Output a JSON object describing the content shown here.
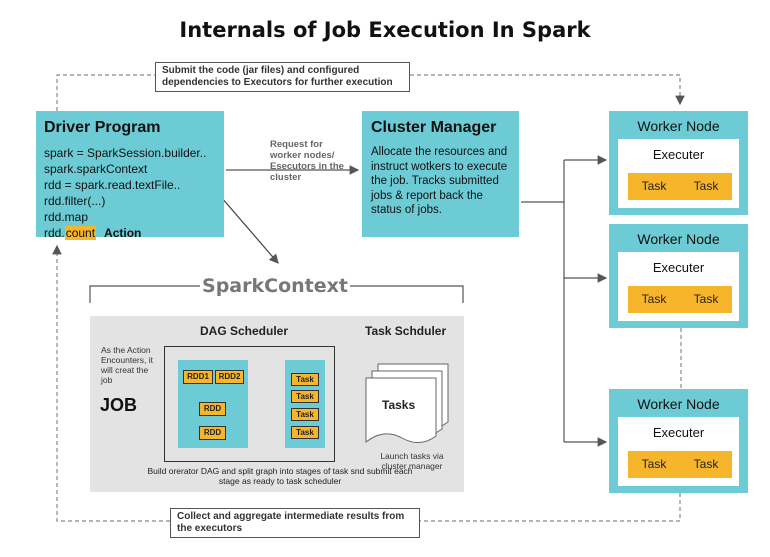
{
  "title": "Internals of Job Execution In Spark",
  "top_note": "Submit the code (jar files) and configured dependencies to Executors for further execution",
  "bottom_note": "Collect and aggregate intermediate results from the executors",
  "driver": {
    "title": "Driver Program",
    "code_lines": [
      "spark = SparkSession.builder..",
      "spark.sparkContext",
      "rdd = spark.read.textFile..",
      "rdd.filter(...)",
      "rdd.map"
    ],
    "last_prefix": "rdd.",
    "last_highlight": "count",
    "action_label": "Action"
  },
  "request_text": "Request for worker nodes/ Esecutors in the cluster",
  "cluster_manager": {
    "title": "Cluster Manager",
    "description": "Allocate the resources and instruct wotkers to execute the job. Tracks submitted jobs & report back the status of jobs."
  },
  "workers": [
    {
      "title": "Worker Node",
      "executor": "Executer",
      "tasks": [
        "Task",
        "Task"
      ]
    },
    {
      "title": "Worker Node",
      "executor": "Executer",
      "tasks": [
        "Task",
        "Task"
      ]
    },
    {
      "title": "Worker Node",
      "executor": "Executer",
      "tasks": [
        "Task",
        "Task"
      ]
    }
  ],
  "spark_context": {
    "title": "SparkContext",
    "dag_title": "DAG Scheduler",
    "task_scheduler_title": "Task Schduler",
    "action_note": "As the Action Encounters, it will creat the job",
    "job_label": "JOB",
    "rdd_labels": [
      "RDD1",
      "RDD2",
      "RDD",
      "RDD"
    ],
    "stage_tasks": [
      "Task",
      "Task",
      "Task",
      "Task"
    ],
    "tasks_label": "Tasks",
    "launch_note": "Launch tasks via cluster manager",
    "build_note": "Build orerator DAG and split graph into stages of task snd submit each stage as ready to task scheduler"
  },
  "colors": {
    "teal": "#6ccbd4",
    "orange": "#f7b52c",
    "gray_panel": "#e3e3e3"
  }
}
